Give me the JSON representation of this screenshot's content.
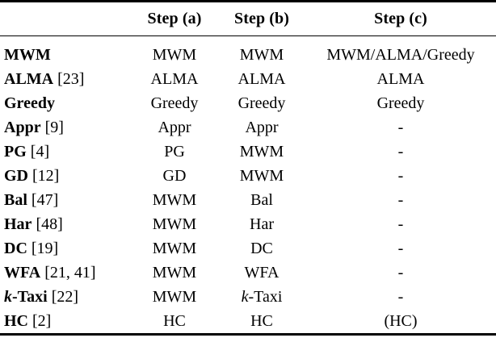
{
  "table": {
    "columns": [
      {
        "key": "name",
        "label": "",
        "align": "left"
      },
      {
        "key": "step_a",
        "label": "Step (a)",
        "align": "center"
      },
      {
        "key": "step_b",
        "label": "Step (b)",
        "align": "center"
      },
      {
        "key": "step_c",
        "label": "Step (c)",
        "align": "center"
      }
    ],
    "rows": [
      {
        "name": "MWM",
        "name_italic_prefix": "",
        "cite": "",
        "step_a": "MWM",
        "step_b": "MWM",
        "step_c": "MWM/ALMA/Greedy"
      },
      {
        "name": "ALMA",
        "name_italic_prefix": "",
        "cite": "[23]",
        "step_a": "ALMA",
        "step_b": "ALMA",
        "step_c": "ALMA"
      },
      {
        "name": "Greedy",
        "name_italic_prefix": "",
        "cite": "",
        "step_a": "Greedy",
        "step_b": "Greedy",
        "step_c": "Greedy"
      },
      {
        "name": "Appr",
        "name_italic_prefix": "",
        "cite": "[9]",
        "step_a": "Appr",
        "step_b": "Appr",
        "step_c": "-"
      },
      {
        "name": "PG",
        "name_italic_prefix": "",
        "cite": "[4]",
        "step_a": "PG",
        "step_b": "MWM",
        "step_c": "-"
      },
      {
        "name": "GD",
        "name_italic_prefix": "",
        "cite": "[12]",
        "step_a": "GD",
        "step_b": "MWM",
        "step_c": "-"
      },
      {
        "name": "Bal",
        "name_italic_prefix": "",
        "cite": "[47]",
        "step_a": "MWM",
        "step_b": "Bal",
        "step_c": "-"
      },
      {
        "name": "Har",
        "name_italic_prefix": "",
        "cite": "[48]",
        "step_a": "MWM",
        "step_b": "Har",
        "step_c": "-"
      },
      {
        "name": "DC",
        "name_italic_prefix": "",
        "cite": "[19]",
        "step_a": "MWM",
        "step_b": "DC",
        "step_c": "-"
      },
      {
        "name": "WFA",
        "name_italic_prefix": "",
        "cite": "[21, 41]",
        "step_a": "MWM",
        "step_b": "WFA",
        "step_c": "-"
      },
      {
        "name": "-Taxi",
        "name_italic_prefix": "k",
        "cite": "[22]",
        "step_a": "MWM",
        "step_b": "k-Taxi",
        "step_c": "-",
        "step_b_italic_prefix": "k",
        "step_b_rest": "-Taxi"
      },
      {
        "name": "HC",
        "name_italic_prefix": "",
        "cite": "[2]",
        "step_a": "HC",
        "step_b": "HC",
        "step_c": "(HC)"
      }
    ]
  },
  "style": {
    "text_color": "#000000",
    "background": "#ffffff",
    "rule_color": "#000000"
  }
}
